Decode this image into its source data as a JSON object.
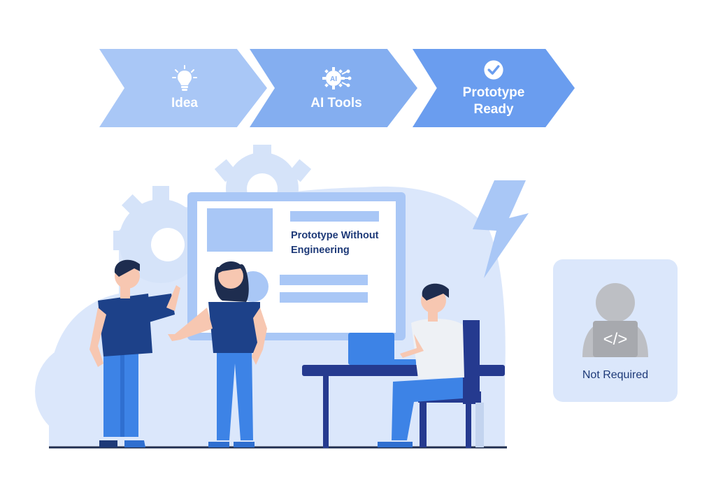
{
  "flow": {
    "steps": [
      {
        "label": "Idea",
        "icon": "lightbulb-icon"
      },
      {
        "label": "AI Tools",
        "icon": "ai-chip-icon",
        "icon_text": "AI"
      },
      {
        "label": "Prototype Ready",
        "icon": "check-circle-icon"
      }
    ]
  },
  "board": {
    "text": "Prototype Without Engineering"
  },
  "engineer_card": {
    "label": "Not Required",
    "icon": "developer-code-icon",
    "icon_text": "</>"
  },
  "colors": {
    "step_1": "#a9c7f6",
    "step_2": "#84aef0",
    "step_3": "#6a9def",
    "navy": "#1e3a78",
    "shirt": "#1d4189",
    "pants": "#3d83e6",
    "background_blob": "#dbe7fb"
  }
}
